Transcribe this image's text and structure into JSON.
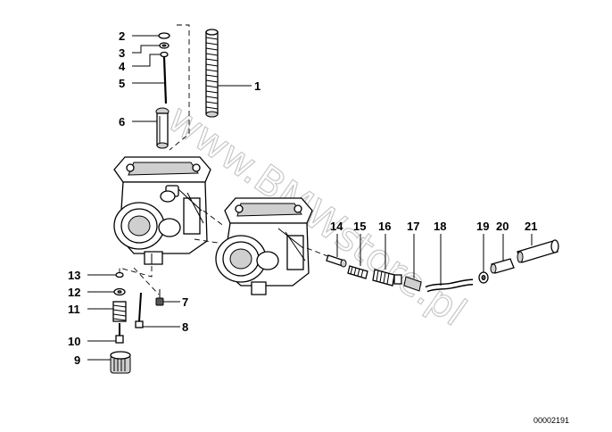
{
  "callouts": {
    "c1": "1",
    "c2": "2",
    "c3": "3",
    "c4": "4",
    "c5": "5",
    "c6": "6",
    "c7": "7",
    "c8": "8",
    "c9": "9",
    "c10": "10",
    "c11": "11",
    "c12": "12",
    "c13": "13",
    "c14": "14",
    "c15": "15",
    "c16": "16",
    "c17": "17",
    "c18": "18",
    "c19": "19",
    "c20": "20",
    "c21": "21"
  },
  "drawing_number": "00002191",
  "watermark": "www.BMWstore.pl"
}
